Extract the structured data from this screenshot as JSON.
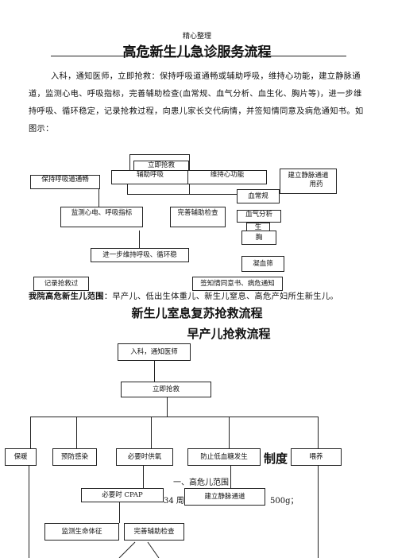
{
  "header": {
    "note": "精心整理"
  },
  "section1": {
    "title": "高危新生儿急诊服务流程",
    "paragraph": "入科，通知医师，立即抢救：保持呼吸道通畅或辅助呼吸，维持心功能，建立静脉通道，监测心电、呼吸指标，完善辅助检查(血常规、血气分析、血生化、胸片等)，进一步维持呼吸、循环稳定，记录抢救过程，向患儿家长交代病情，并签知情同意及病危通知书。如图示：",
    "flow": {
      "rescue": "立即抢救",
      "assist_breath": "辅助呼吸",
      "keep_airway": "保持呼吸道通畅",
      "heart": "维持心功能",
      "iv": "建立静脉通道",
      "drug": "用药",
      "blood_routine": "血常规",
      "monitor": "监测心电、呼吸指标",
      "aux_exam": "完善辅助检查",
      "blood_gas": "血气分析",
      "biochem": "生",
      "chest": "胸",
      "coag": "凝血筛",
      "stabilize": "进一步维持呼吸、循环稳",
      "record": "记录抢救过",
      "consent": "签知情同意书、病危通知"
    },
    "scope_label": "我院高危新生儿范围",
    "scope_text": "：早产儿、低出生体重儿、新生儿窒息、高危产妇所生新生儿。"
  },
  "section2": {
    "title": "新生儿室息复苏抢救流程",
    "subtitle": "早产儿抢救流程",
    "flow": {
      "admit": "入科，通知医师",
      "rescue": "立即抢救",
      "warm": "保暖",
      "infection": "预防感染",
      "oxygen": "必要时供氧",
      "glucose": "防止低血糖发生",
      "feed": "喂养",
      "cpap": "必要时 CPAP",
      "iv": "建立静脉通道",
      "vitals": "监测生命体征",
      "aux_exam": "完善辅助检查"
    },
    "hidden_fragments": {
      "system": "制度",
      "range": "一、高危儿范围",
      "week": "34 周",
      "weight": "500g；"
    }
  }
}
